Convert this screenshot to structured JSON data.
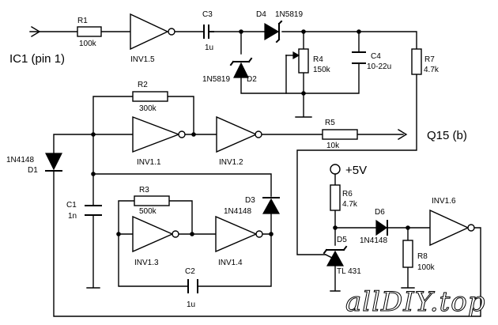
{
  "labels": {
    "ic1": "IC1 (pin 1)",
    "q15": "Q15 (b)",
    "vcc": "+5V",
    "watermark": "allDIY.top",
    "r1": "R1",
    "r1v": "100k",
    "inv15": "INV1.5",
    "c3": "C3",
    "c3v": "1u",
    "d4": "D4",
    "d4v": "1N5819",
    "d2": "D2",
    "d2v": "1N5819",
    "r4": "R4",
    "r4v": "150k",
    "c4": "C4",
    "c4v": "10-22u",
    "r7": "R7",
    "r7v": "4.7k",
    "r2": "R2",
    "r2v": "300k",
    "inv11": "INV1.1",
    "inv12": "INV1.2",
    "r5": "R5",
    "r5v": "10k",
    "d1": "D1",
    "d1v": "1N4148",
    "c1": "C1",
    "c1v": "1n",
    "r3": "R3",
    "r3v": "500k",
    "d3": "D3",
    "d3v": "1N4148",
    "inv13": "INV1.3",
    "inv14": "INV1.4",
    "c2": "C2",
    "c2v": "1u",
    "r6": "R6",
    "r6v": "4.7k",
    "d6": "D6",
    "d6v": "1N4148",
    "inv16": "INV1.6",
    "d5": "D5",
    "d5v": "TL 431",
    "r8": "R8",
    "r8v": "100k"
  }
}
